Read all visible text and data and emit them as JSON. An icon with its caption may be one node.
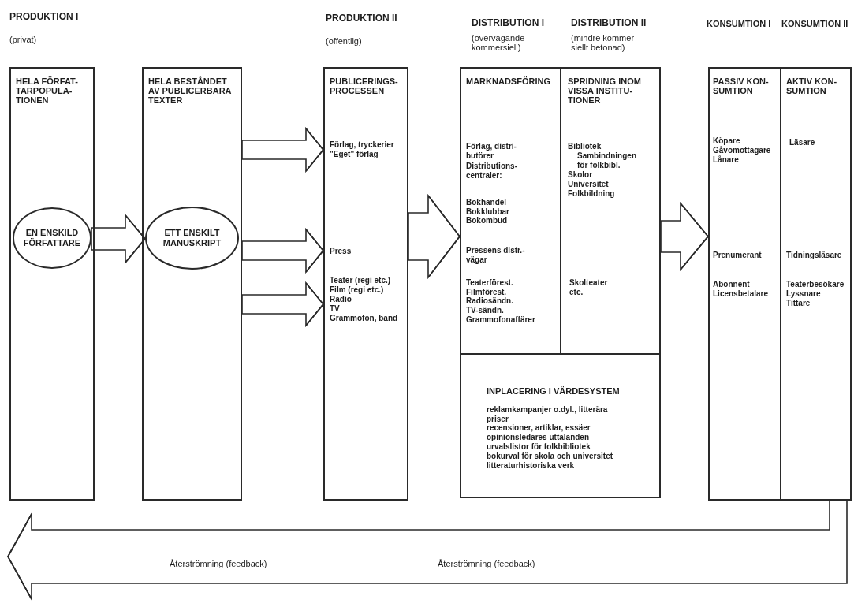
{
  "diagram": {
    "nodes": [
      {
        "text": [
          "HELA FÖRFAT-TARPOPULA-TIONEN"
        ]
      },
      {
        "text": [
          "EN ENSKILD FÖRFATTARE"
        ],
        "in": 0
      },
      {
        "text": [
          "HELA BESTÅNDET AV PUBLICERBARA TEXTER"
        ]
      },
      {
        "text": [
          "ETT ENSKILT MANUSKRIPT"
        ],
        "in": 2
      },
      {
        "text": [
          "PUBLICERINGS-PROCESSEN"
        ]
      },
      {
        "text": [
          "Förlag, tryckerier \"Eget\" förlag"
        ],
        "in": 4
      },
      {
        "text": [
          "Press"
        ],
        "in": 4
      },
      {
        "text": [
          "Teater (regi etc.)",
          "Film (regi etc.)",
          "Radio",
          "TV",
          "Grammofon, band"
        ],
        "in": 4
      },
      {
        "text": [],
        "shape": "box"
      },
      {
        "text": [
          "MARKNADSFÖRING",
          "Förlag, distri-butörer",
          "Distributions-centraler:",
          "Bokhandel",
          "Bokklubbar",
          "Bokombud",
          "Pressens distr.-vägar",
          "Teaterförest.",
          "Filmförest.",
          "Radiosändn.",
          "TV-sändn.",
          "Grammofonaffärer"
        ],
        "in": 8
      },
      {
        "text": [
          "SPRIDNING INOM VISSA INSTITU-TIONER",
          "Bibliotek",
          "Sambindningen för folkbibl.",
          "Skolor",
          "Universitet",
          "Folkbildning",
          "Skolteater etc."
        ],
        "in": 8
      },
      {
        "text": [
          "INPLACERING I VÄRDESYSTEM",
          "reklamkampanjer o.dyl., litterära priser",
          "recensioner, artiklar, essäer",
          "opinionsledares uttalanden",
          "urvalslistor för folkbibliotek",
          "bokurval för skola och universitet",
          "litteraturhistoriska verk"
        ],
        "in": 8
      },
      {
        "text": [],
        "shape": "box"
      },
      {
        "text": [
          "PASSIV KON-SUMTION",
          "Köpare",
          "Gåvomottagare",
          "Lånare",
          "Prenumerant",
          "Abonnent",
          "Licensbetalare"
        ],
        "in": 12
      },
      {
        "text": [
          "AKTIV KON-SUMTION",
          "Läsare",
          "Tidningsläsare",
          "Teaterbesökare",
          "Lyssnare",
          "Tittare"
        ],
        "in": 12
      }
    ],
    "edges": [
      {
        "from": 1,
        "to": 3,
        "arrow": "to"
      },
      {
        "from": 2,
        "to": 5,
        "arrow": "to"
      },
      {
        "from": 2,
        "to": 6,
        "arrow": "to"
      },
      {
        "from": 2,
        "to": 7,
        "arrow": "to"
      },
      {
        "from": 4,
        "to": 8,
        "arrow": "to"
      },
      {
        "from": 8,
        "to": 12,
        "arrow": "to"
      },
      {
        "from": 12,
        "to": null,
        "arrow": "to"
      }
    ],
    "labels": [
      "PRODUKTION I",
      "(privat)",
      "PRODUKTION II",
      "(offentlig)",
      "DISTRIBUTION I",
      "(övervägande kommersiell)",
      "DISTRIBUTION II",
      "(mindre kommer-siellt betonad)",
      "KONSUMTION I",
      "KONSUMTION II",
      "Återströmning (feedback)",
      "Återströmning (feedback)"
    ]
  }
}
